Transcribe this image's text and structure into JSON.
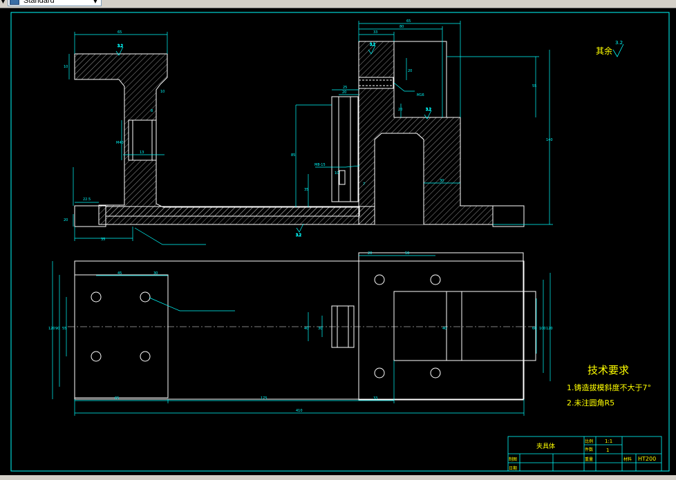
{
  "toolbar": {
    "style_combo_value": "Standard"
  },
  "drawing": {
    "colors": {
      "background": "#000000",
      "frame": "#00ffff",
      "outline": "#ffffff",
      "hatch": "#ffffff",
      "dimension": "#00ffff",
      "centerline": "#ffffff",
      "text": "#ffff00"
    },
    "roughness_other": {
      "label": "其余",
      "value": "3.2"
    },
    "roughness_marks": [
      "3.2",
      "3.2",
      "3.2",
      "3.2",
      "3.2"
    ],
    "callouts": [
      "M16",
      "M8-15"
    ],
    "front_dims": [
      "65",
      "65",
      "80",
      "33",
      "10",
      "10",
      "8",
      "13",
      "M40",
      "25",
      "20",
      "85",
      "35",
      "55",
      "140",
      "20",
      "20",
      "30",
      "22.5",
      "20",
      "35",
      "7",
      "10"
    ],
    "top_dims": [
      "45",
      "30",
      "120",
      "90",
      "55",
      "40",
      "30",
      "20",
      "50",
      "40",
      "60",
      "100",
      "120",
      "65",
      "175",
      "33",
      "410"
    ],
    "tech_requirements": {
      "title": "技术要求",
      "items": [
        "1.铸造拔模斜度不大于7°",
        "2.未注圆角R5"
      ]
    },
    "title_block": {
      "part_name": "夹具体",
      "scale_label": "比例",
      "scale_value": "1:1",
      "qty_label": "件数",
      "qty_value": "1",
      "drawn_label": "制图",
      "weight_label": "重量",
      "material_label": "材料",
      "material_value": "HT200",
      "date_label": "日期"
    }
  }
}
